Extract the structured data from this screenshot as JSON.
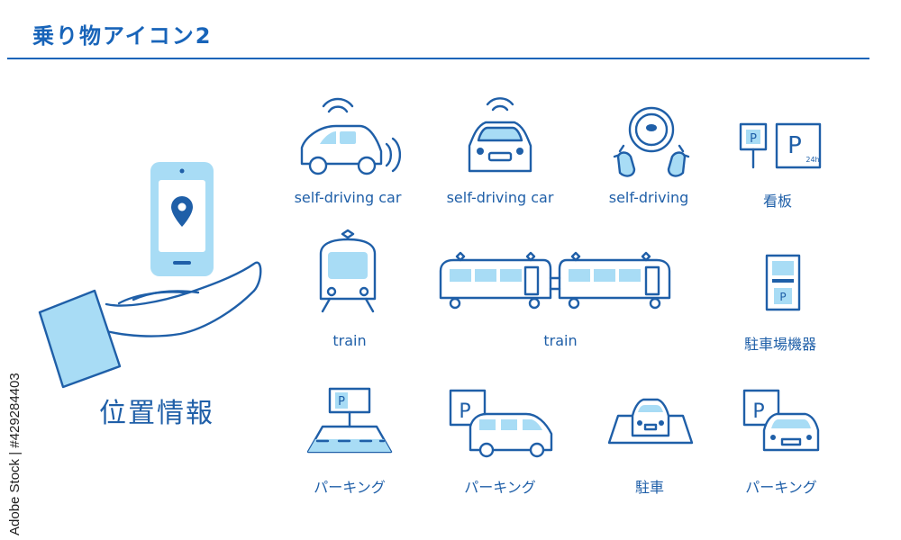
{
  "title": "乗り物アイコン2",
  "watermark": "Adobe Stock | #429284403",
  "colors": {
    "primary": "#1f5fa8",
    "accent": "#a8dcf5",
    "title": "#1864b9"
  },
  "hero": {
    "label": "位置情報",
    "icon": "hand-holding-phone-location-icon"
  },
  "icons": [
    {
      "label": "self-driving car",
      "icon": "self-driving-car-side-icon"
    },
    {
      "label": "self-driving car",
      "icon": "self-driving-car-front-icon"
    },
    {
      "label": "self-driving",
      "icon": "steering-wheel-hands-icon"
    },
    {
      "label": "看板",
      "icon": "parking-sign-icon"
    },
    {
      "label": "train",
      "icon": "train-front-icon"
    },
    {
      "label": "train",
      "icon": "train-side-icon"
    },
    {
      "label": "駐車場機器",
      "icon": "parking-machine-icon"
    },
    {
      "label": "パーキング",
      "icon": "parking-road-icon"
    },
    {
      "label": "パーキング",
      "icon": "parking-van-icon"
    },
    {
      "label": "駐車",
      "icon": "parked-car-icon"
    },
    {
      "label": "パーキング",
      "icon": "parking-car-icon"
    }
  ]
}
